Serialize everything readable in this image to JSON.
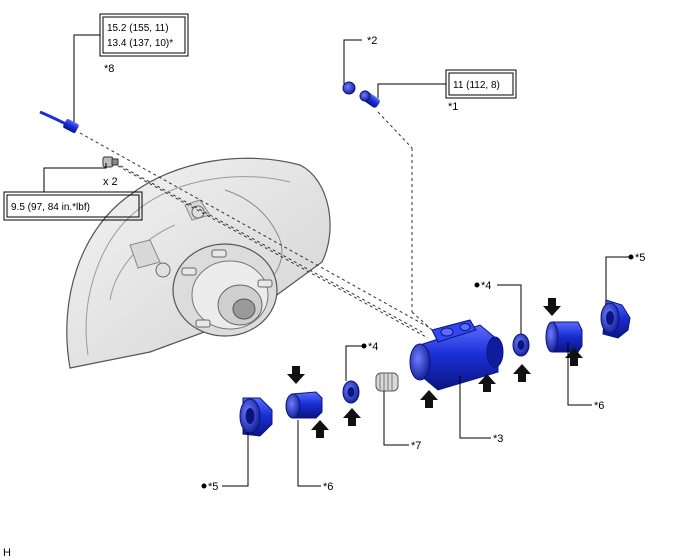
{
  "torque_boxes": {
    "line_8a": "15.2 (155, 11)",
    "line_8b": "13.4 (137, 10)*",
    "line_1": "11 (112, 8)",
    "line_bolt": "9.5 (97, 84 in.*lbf)"
  },
  "labels": {
    "p8": "*8",
    "p2": "*2",
    "p1": "*1",
    "x2": "x 2",
    "p4_right": "*4",
    "p5_right": "*5",
    "p4_left": "*4",
    "p6_right": "*6",
    "p7": "*7",
    "p3": "*3",
    "p5_left": "*5",
    "p6_left": "*6",
    "corner": "H"
  },
  "colors": {
    "part_blue": "#1a2fd6",
    "part_dark": "#0a1480",
    "part_light": "#5c6cff",
    "plate_gray": "#e6e6e6"
  }
}
